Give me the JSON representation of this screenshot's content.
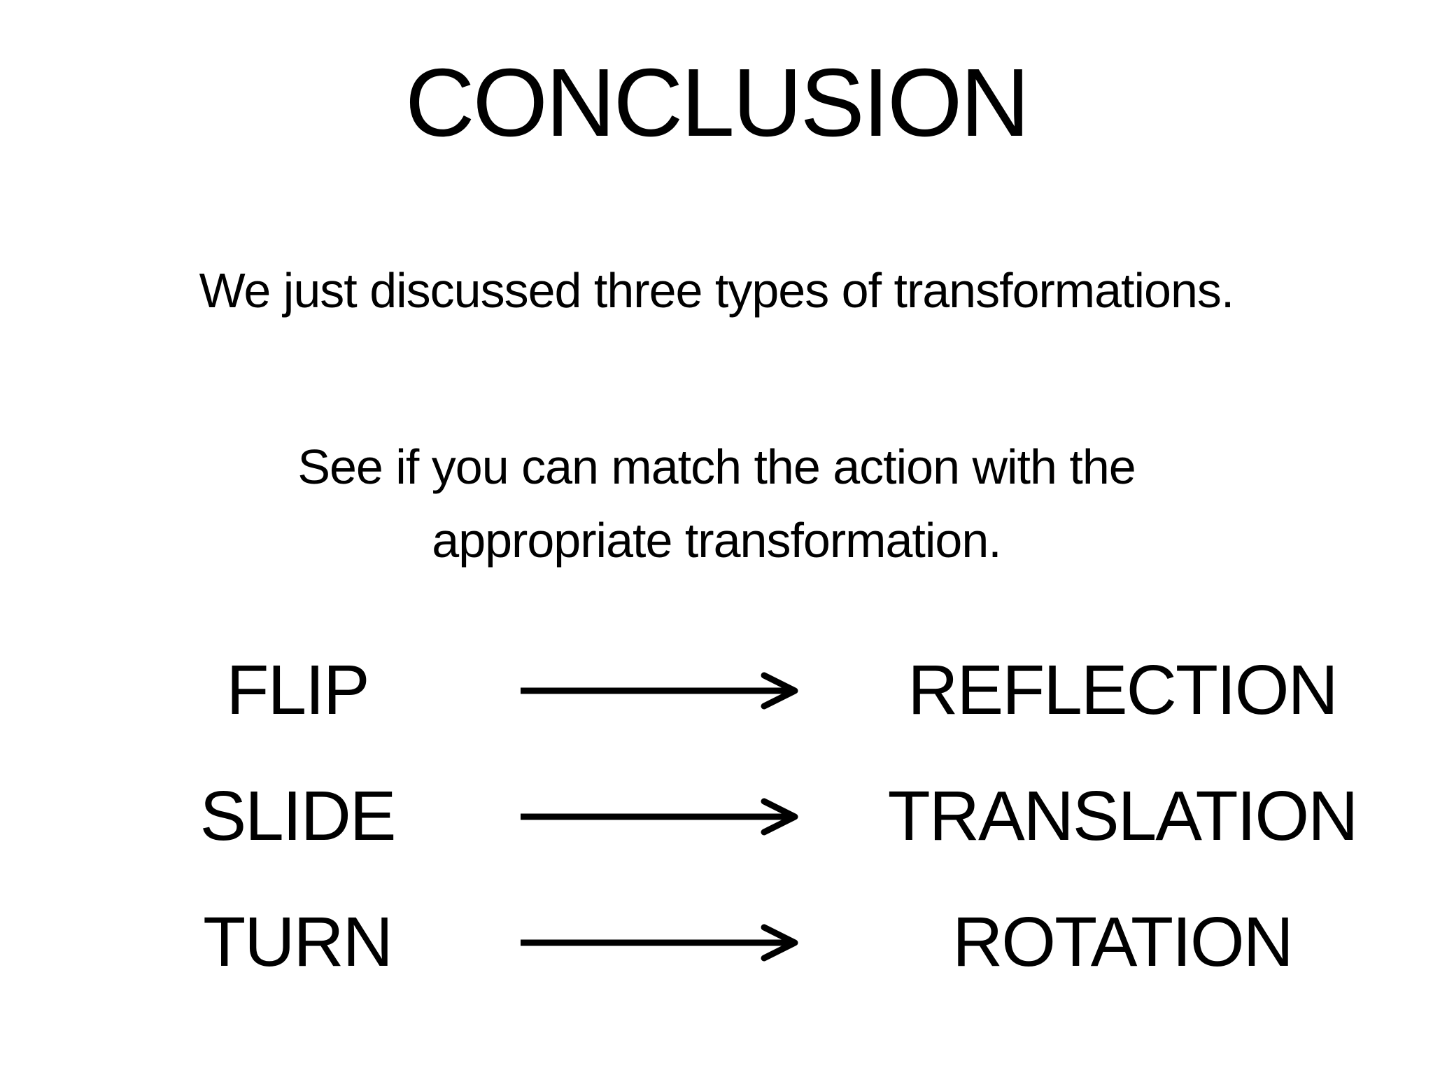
{
  "slide": {
    "title": "CONCLUSION",
    "paragraph1": "We just discussed three types of transformations.",
    "paragraph2_line1": "See if you can match the action with the",
    "paragraph2_line2": "appropriate transformation.",
    "matches": [
      {
        "action": "FLIP",
        "transformation": "REFLECTION"
      },
      {
        "action": "SLIDE",
        "transformation": "TRANSLATION"
      },
      {
        "action": "TURN",
        "transformation": "ROTATION"
      }
    ],
    "colors": {
      "background": "#ffffff",
      "text": "#000000"
    }
  }
}
